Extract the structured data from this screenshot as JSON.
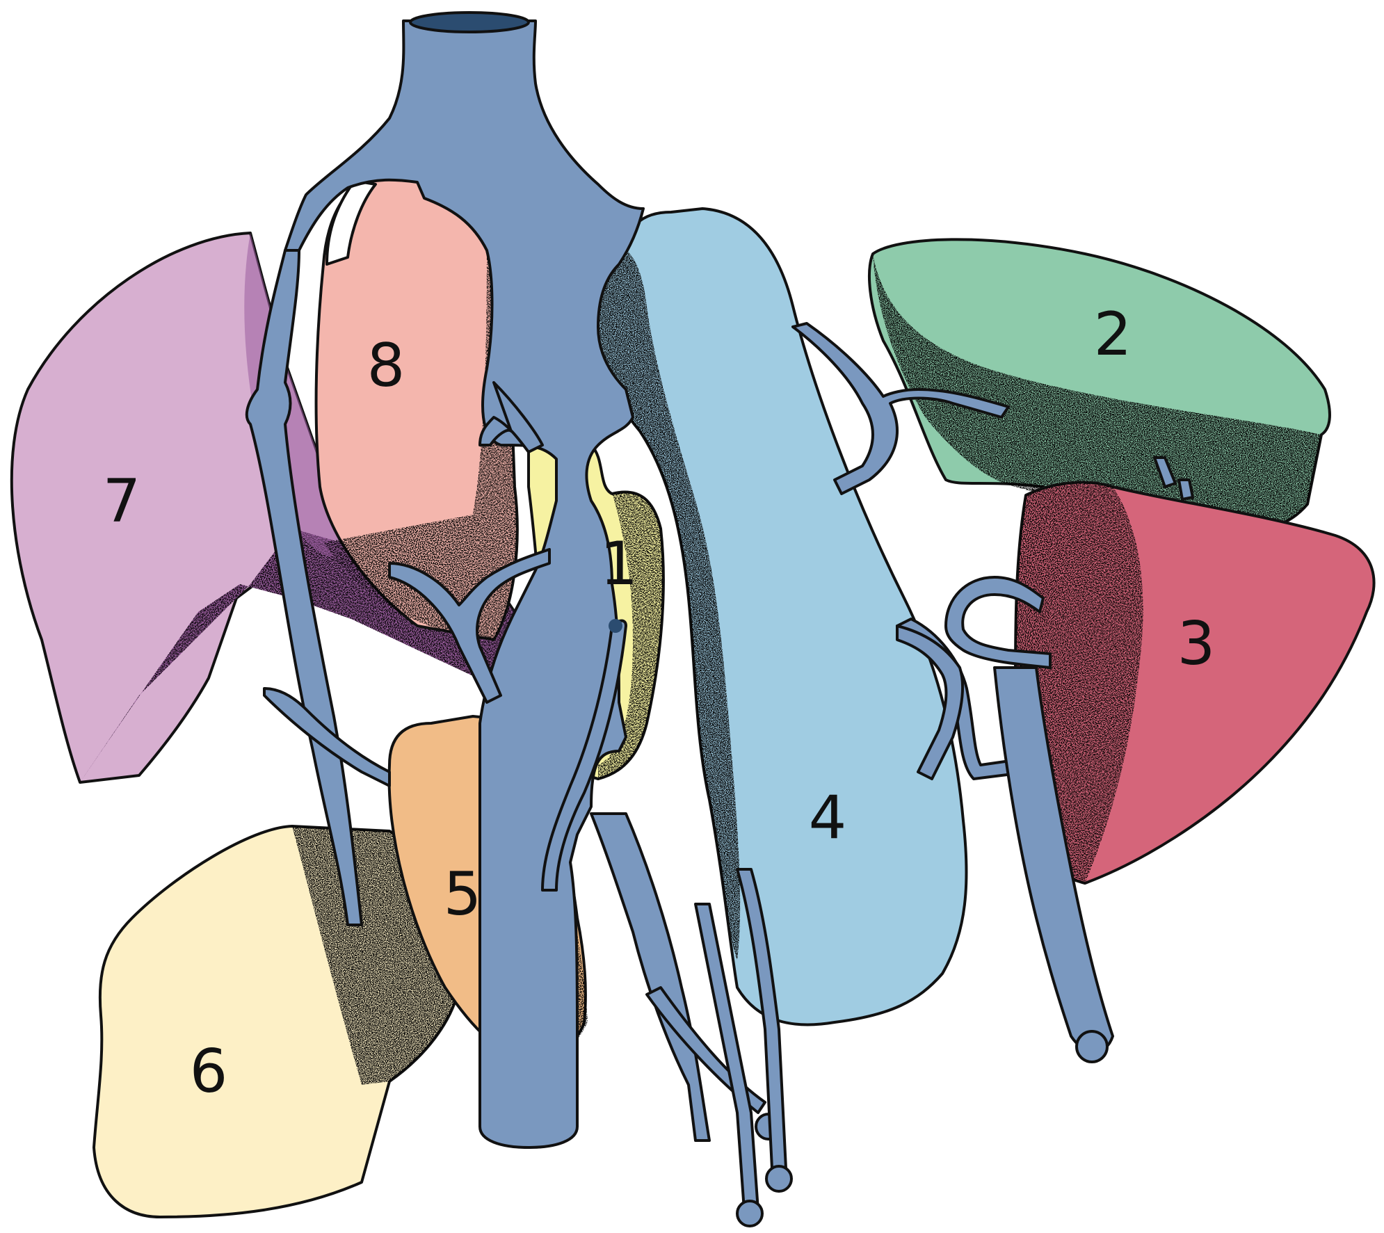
{
  "diagram": {
    "colors": {
      "vessel": "#7a98bf",
      "vessel_lumen": "#3d5f86",
      "seg1": "#f6f2a2",
      "seg2": "#8ecbab",
      "seg3": "#d5657a",
      "seg4": "#a0cce2",
      "seg5": "#f1bc87",
      "seg6": "#fdf0c6",
      "seg7": "#d7afd0",
      "seg7_dark": "#9a5d9e",
      "seg8": "#f4b6ad"
    },
    "segments": [
      {
        "id": "segment-1",
        "label": "1",
        "color_key": "seg1"
      },
      {
        "id": "segment-2",
        "label": "2",
        "color_key": "seg2"
      },
      {
        "id": "segment-3",
        "label": "3",
        "color_key": "seg3"
      },
      {
        "id": "segment-4",
        "label": "4",
        "color_key": "seg4"
      },
      {
        "id": "segment-5",
        "label": "5",
        "color_key": "seg5"
      },
      {
        "id": "segment-6",
        "label": "6",
        "color_key": "seg6"
      },
      {
        "id": "segment-7",
        "label": "7",
        "color_key": "seg7"
      },
      {
        "id": "segment-8",
        "label": "8",
        "color_key": "seg8"
      }
    ]
  }
}
